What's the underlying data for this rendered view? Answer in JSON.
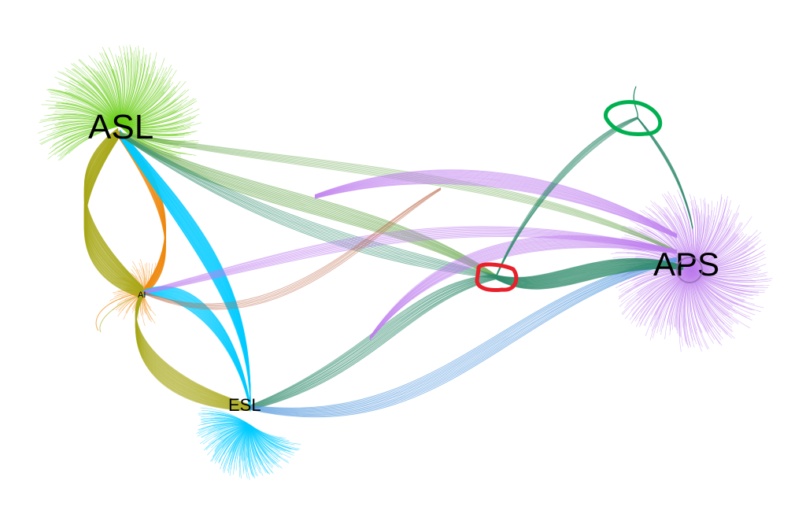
{
  "graph": {
    "hubs": [
      {
        "id": "asl",
        "label": "ASL",
        "color": "#66cc11"
      },
      {
        "id": "ai",
        "label": "AI",
        "color": "#f08a10"
      },
      {
        "id": "esl",
        "label": "ESL",
        "color": "#00ccff"
      },
      {
        "id": "aps",
        "label": "APS",
        "color": "#c080ee"
      }
    ],
    "edge_colors": {
      "asl_ai": "#a8a818",
      "teal": "#2e8b6a",
      "green_mix": "#6aa84f",
      "purple": "#c080ee",
      "blue": "#5599dd",
      "brown": "#c07050"
    },
    "annotations": [
      {
        "id": "green-loop",
        "color": "#00b050"
      },
      {
        "id": "red-loop",
        "color": "#e8202a"
      }
    ]
  }
}
